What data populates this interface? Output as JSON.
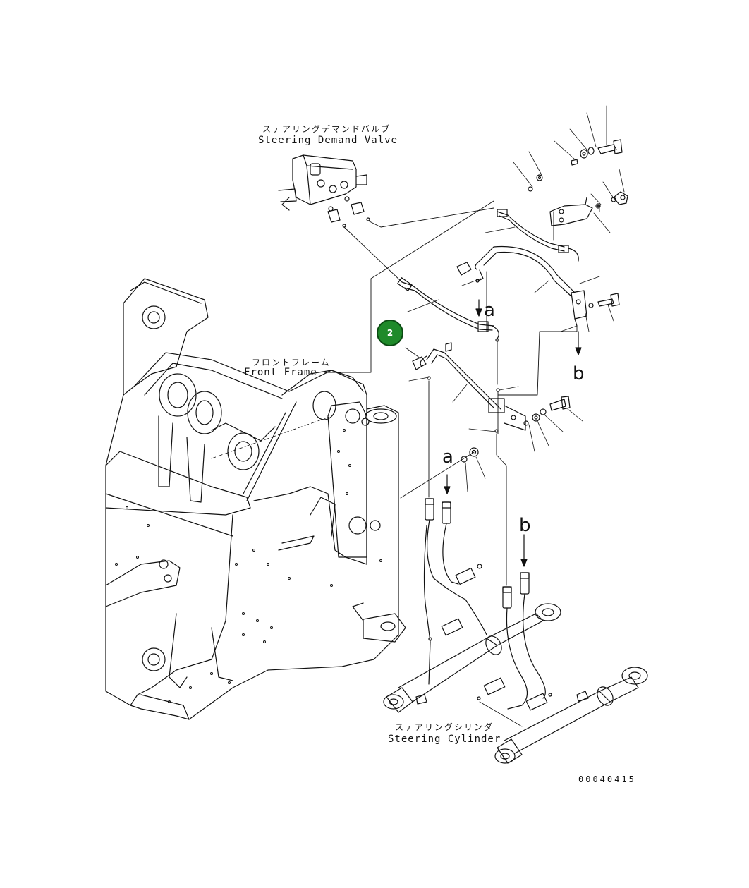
{
  "labels": {
    "demand_valve_jp": "ステアリングデマンドバルブ",
    "demand_valve_en": "Steering Demand Valve",
    "front_frame_jp": "フロントフレーム",
    "front_frame_en": "Front Frame",
    "cylinder_jp": "ステアリングシリンダ",
    "cylinder_en": "Steering Cylinder"
  },
  "refs": {
    "a1": "a",
    "a2": "a",
    "b1": "b",
    "b2": "b"
  },
  "callout": {
    "number": "2",
    "color": "#1f8a2a"
  },
  "drawing_number": "00040415"
}
